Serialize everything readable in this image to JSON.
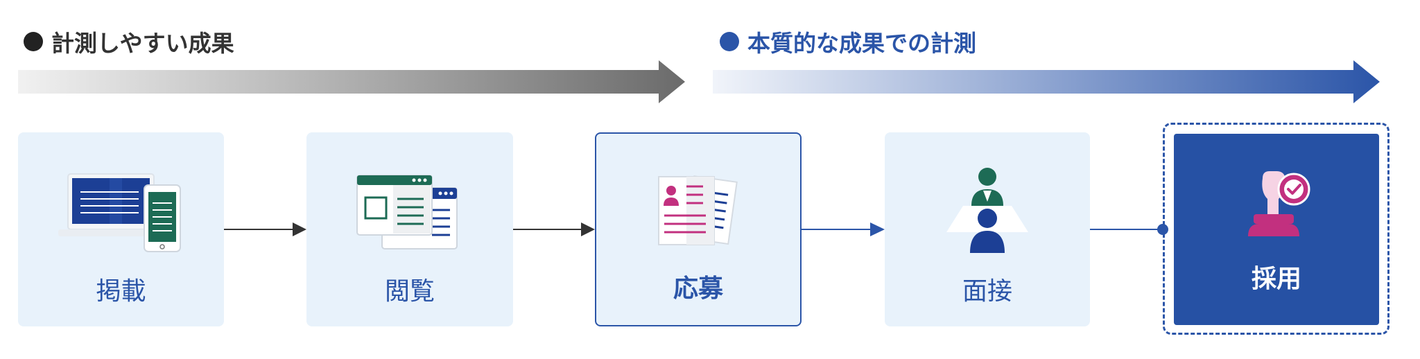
{
  "headings": {
    "measurable": "計測しやすい成果",
    "essential": "本質的な成果での計測"
  },
  "steps": [
    {
      "label": "掲載",
      "icon": "laptop-and-phone-icon"
    },
    {
      "label": "閲覧",
      "icon": "browser-windows-icon"
    },
    {
      "label": "応募",
      "icon": "resume-documents-icon"
    },
    {
      "label": "面接",
      "icon": "interview-people-icon"
    },
    {
      "label": "採用",
      "icon": "approval-stamp-icon"
    }
  ],
  "colors": {
    "accent_blue": "#2b55a8",
    "card_bg": "#e8f2fb",
    "gray_arrow": "#707070",
    "pink": "#c2307f",
    "green": "#1d6b55"
  }
}
